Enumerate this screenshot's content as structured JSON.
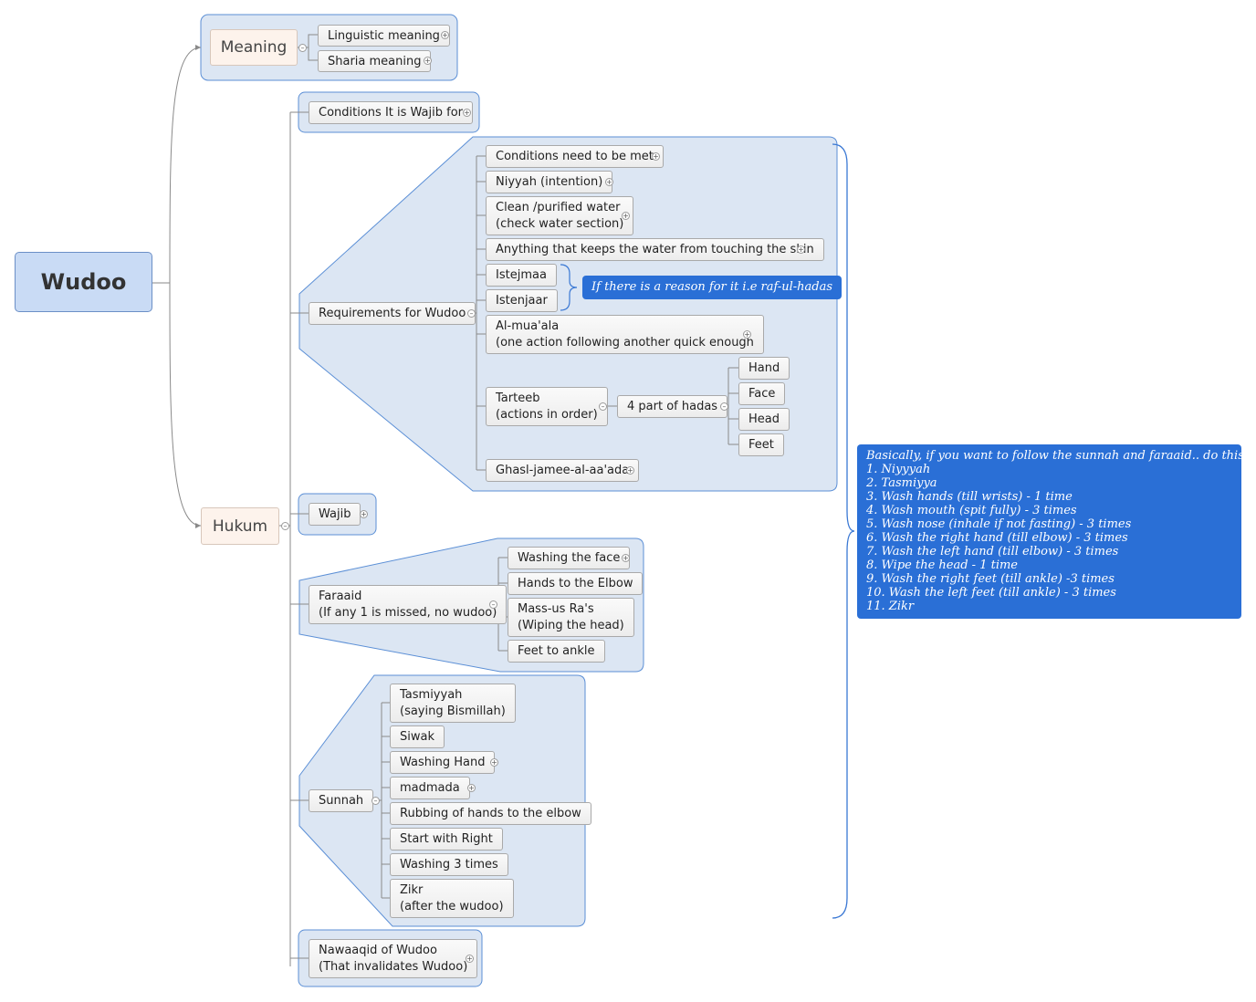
{
  "root": {
    "label": "Wudoo"
  },
  "meaning": {
    "label": "Meaning",
    "children": [
      {
        "label": "Linguistic meaning"
      },
      {
        "label": "Sharia meaning"
      }
    ]
  },
  "hukum": {
    "label": "Hukum",
    "conditions_wajib": {
      "label": "Conditions It is Wajib for"
    },
    "requirements": {
      "label": "Requirements for Wudoo",
      "children": [
        {
          "lines": [
            "Conditions need to be met"
          ]
        },
        {
          "lines": [
            "Niyyah (intention)"
          ]
        },
        {
          "lines": [
            "Clean /purified water",
            "(check water section)"
          ]
        },
        {
          "lines": [
            "Anything that keeps the water from touching the skin"
          ]
        },
        {
          "lines": [
            "Istejmaa"
          ]
        },
        {
          "lines": [
            "Istenjaar"
          ]
        },
        {
          "lines": [
            "Al-mua'ala",
            "(one action following another quick enough"
          ]
        },
        {
          "lines": [
            "Tarteeb",
            "(actions in order)"
          ]
        },
        {
          "lines": [
            "Ghasl-jamee-al-aa'ada"
          ]
        }
      ],
      "istejmaa_note": "If there is a reason for it i.e raf-ul-hadas",
      "hadas": {
        "label": "4 part of hadas",
        "parts": [
          "Hand",
          "Face",
          "Head",
          "Feet"
        ]
      }
    },
    "wajib": {
      "label": "Wajib"
    },
    "faraaid": {
      "lines": [
        "Faraaid",
        "(If any 1 is missed, no wudoo)"
      ],
      "children": [
        {
          "lines": [
            "Washing the face"
          ]
        },
        {
          "lines": [
            "Hands to the Elbow"
          ]
        },
        {
          "lines": [
            "Mass-us Ra's",
            "(Wiping the head)"
          ]
        },
        {
          "lines": [
            "Feet to ankle"
          ]
        }
      ]
    },
    "sunnah": {
      "label": "Sunnah",
      "children": [
        {
          "lines": [
            "Tasmiyyah",
            "(saying Bismillah)"
          ]
        },
        {
          "lines": [
            "Siwak"
          ]
        },
        {
          "lines": [
            "Washing Hand"
          ]
        },
        {
          "lines": [
            "madmada"
          ]
        },
        {
          "lines": [
            "Rubbing of hands to the elbow"
          ]
        },
        {
          "lines": [
            "Start with Right"
          ]
        },
        {
          "lines": [
            "Washing 3 times"
          ]
        },
        {
          "lines": [
            "Zikr",
            "(after the wudoo)"
          ]
        }
      ]
    },
    "nawaaqid": {
      "lines": [
        "Nawaaqid of Wudoo",
        "(That invalidates Wudoo)"
      ]
    }
  },
  "summary_note": {
    "lines": [
      "Basically, if you want to follow the sunnah and faraaid.. do this:",
      "1. Niyyyah",
      "2. Tasmiyya",
      "3. Wash hands (till wrists) - 1 time",
      "4. Wash mouth (spit fully) - 3 times",
      "5. Wash nose (inhale if not fasting) - 3 times",
      "6. Wash the right hand (till elbow) - 3 times",
      "7. Wash the left hand (till elbow) - 3 times",
      "8. Wipe the head - 1 time",
      "9. Wash the right feet (till ankle) -3 times",
      "10. Wash the left feet (till ankle) - 3 times",
      "11. Zikr"
    ]
  },
  "colors": {
    "root_fill": "#c9dbf5",
    "group_fill": "#dce6f3",
    "group_border": "#5b8fd6",
    "note_fill": "#2a6fd6",
    "main_fill": "#fdf3ec"
  }
}
